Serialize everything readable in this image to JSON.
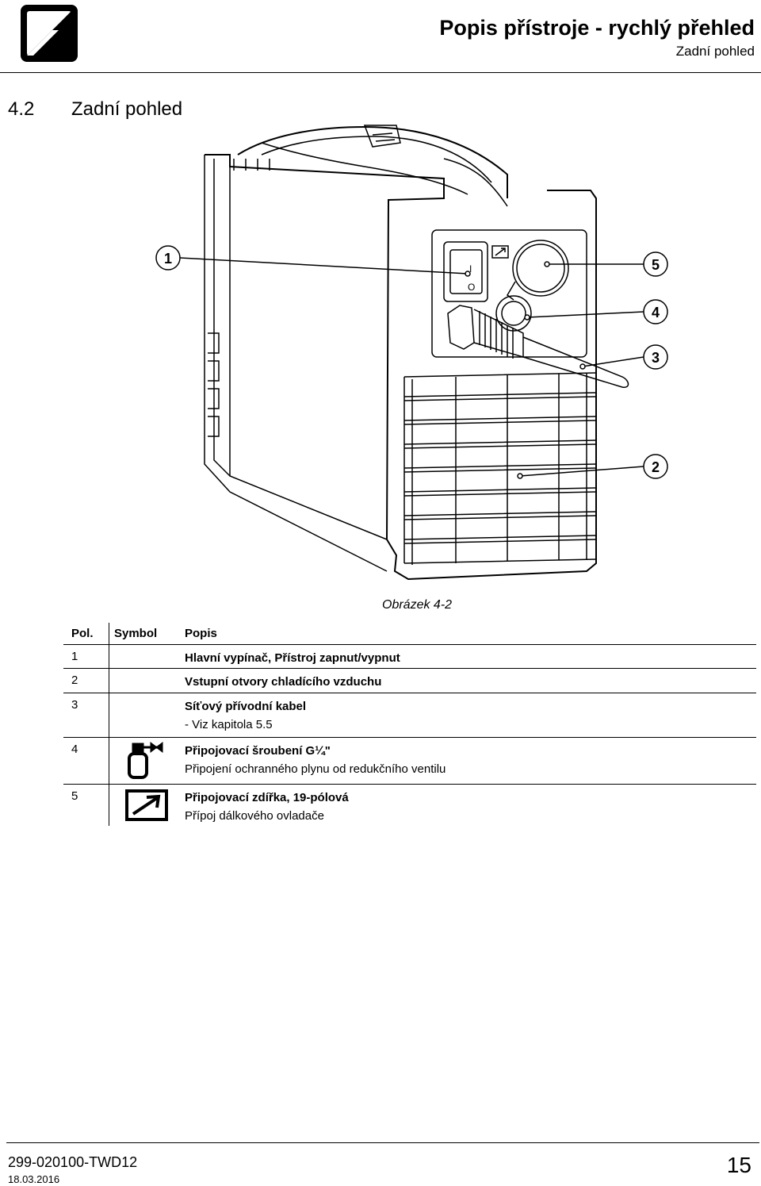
{
  "header": {
    "title": "Popis přístroje - rychlý přehled",
    "subtitle": "Zadní pohled"
  },
  "section": {
    "number": "4.2",
    "title": "Zadní pohled"
  },
  "figure": {
    "caption": "Obrázek 4-2",
    "callouts": [
      "1",
      "5",
      "4",
      "3",
      "2"
    ],
    "switch_marks": {
      "on": "I",
      "off": "O"
    }
  },
  "legend": {
    "headers": {
      "pos": "Pol.",
      "symbol": "Symbol",
      "description": "Popis"
    },
    "rows": [
      {
        "pos": "1",
        "symbol": "",
        "title": "Hlavní vypínač, Přístroj zapnut/vypnut",
        "detail": ""
      },
      {
        "pos": "2",
        "symbol": "",
        "title": "Vstupní otvory chladícího vzduchu",
        "detail": ""
      },
      {
        "pos": "3",
        "symbol": "",
        "title": "Síťový přívodní kabel",
        "detail": "- Viz kapitola 5.5"
      },
      {
        "pos": "4",
        "symbol": "gas-cylinder-icon",
        "title": "Připojovací šroubení G¼\"",
        "detail": "Připojení ochranného plynu od redukčního ventilu"
      },
      {
        "pos": "5",
        "symbol": "remote-control-icon",
        "title": "Připojovací zdířka, 19-pólová",
        "detail": "Přípoj dálkového ovladače"
      }
    ]
  },
  "footer": {
    "doc_number": "299-020100-TWD12",
    "date": "18.03.2016",
    "page": "15"
  }
}
